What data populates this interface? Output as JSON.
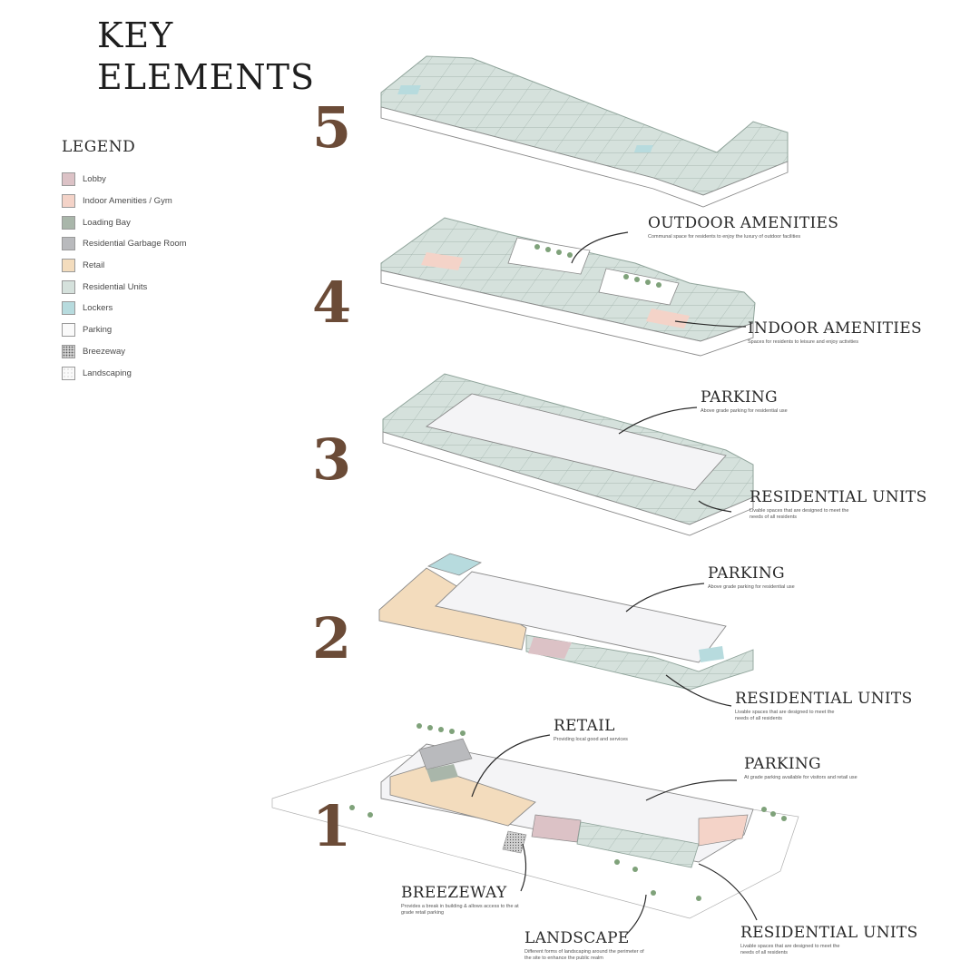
{
  "title": {
    "line1": "KEY",
    "line2": "ELEMENTS"
  },
  "legend": {
    "title": "LEGEND",
    "items": [
      {
        "label": "Lobby",
        "color": "#dcc2c6"
      },
      {
        "label": "Indoor Amenities / Gym",
        "color": "#f4d3c8"
      },
      {
        "label": "Loading Bay",
        "color": "#a9b6aa"
      },
      {
        "label": "Residential Garbage Room",
        "color": "#b9babd"
      },
      {
        "label": "Retail",
        "color": "#f3dcbd"
      },
      {
        "label": "Residential Units",
        "color": "#d5e1dc"
      },
      {
        "label": "Lockers",
        "color": "#b7dbde"
      },
      {
        "label": "Parking",
        "color": "#fafafa"
      },
      {
        "label": "Breezeway",
        "pattern": "stipple"
      },
      {
        "label": "Landscaping",
        "pattern": "dots"
      }
    ]
  },
  "levels": [
    "5",
    "4",
    "3",
    "2",
    "1"
  ],
  "annotations": {
    "l4_outdoor": {
      "title": "OUTDOOR AMENITIES",
      "desc": "Communal space for residents to enjoy the luxury of outdoor facilities"
    },
    "l4_indoor": {
      "title": "INDOOR AMENITIES",
      "desc": "Spaces for residents to leisure and enjoy activities"
    },
    "l3_parking": {
      "title": "PARKING",
      "desc": "Above grade parking for residential use"
    },
    "l3_units": {
      "title": "RESIDENTIAL UNITS",
      "desc": "Livable spaces that are designed to meet the needs of all residents"
    },
    "l2_parking": {
      "title": "PARKING",
      "desc": "Above grade parking for residential use"
    },
    "l2_units": {
      "title": "RESIDENTIAL UNITS",
      "desc": "Livable spaces that are designed to meet the needs of all residents"
    },
    "l1_retail": {
      "title": "RETAIL",
      "desc": "Providing local good and services"
    },
    "l1_parking": {
      "title": "PARKING",
      "desc": "At grade parking available for visitors and retail use"
    },
    "l1_breezeway": {
      "title": "BREEZEWAY",
      "desc": "Provides a break in building & allows access to the at grade retail parking"
    },
    "l1_landscape": {
      "title": "LANDSCAPE",
      "desc": "Different forms of landscaping around the perimeter of the site to enhance the public realm"
    },
    "l1_units": {
      "title": "RESIDENTIAL UNITS",
      "desc": "Livable spaces that are designed to meet the needs of all residents"
    }
  },
  "colors": {
    "accent_number": "#6b4b37",
    "units": "#d5e1dc",
    "units_stroke": "#8fa39a",
    "lobby": "#dcc2c6",
    "gym": "#f4d3c8",
    "retail": "#f3dcbd",
    "lockers": "#b7dbde",
    "loading": "#a9b6aa",
    "garbage": "#b9babd",
    "parking": "#f4f4f6",
    "tree": "#7fa27a"
  }
}
